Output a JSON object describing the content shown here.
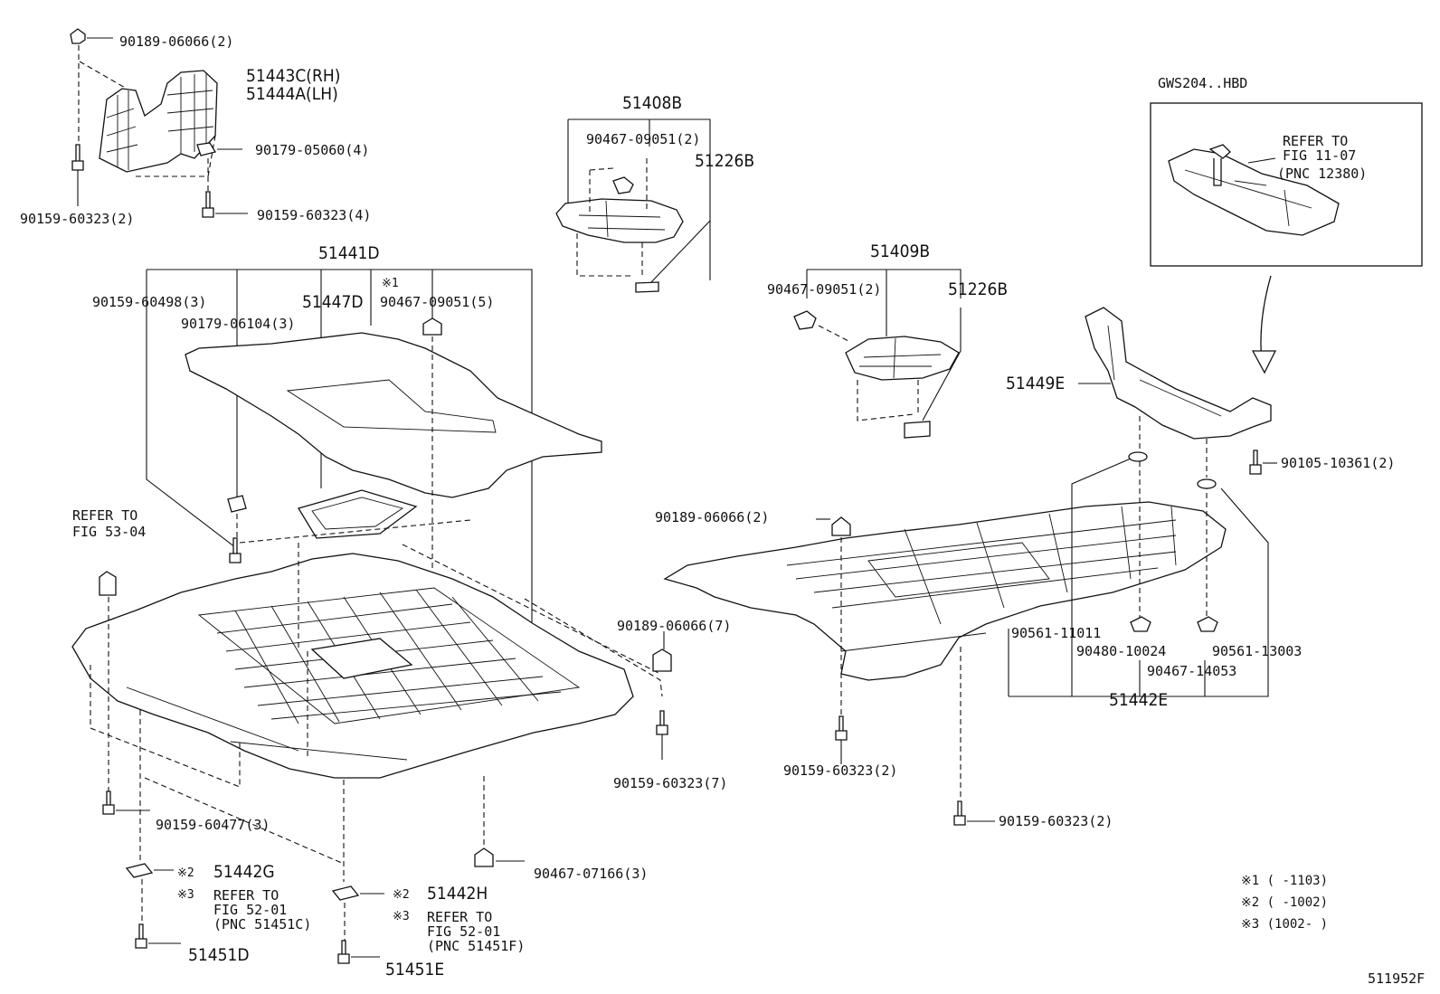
{
  "labels": {
    "p90189_06066_2_top": "90189-06066(2)",
    "p51443C": "51443C(RH)",
    "p51444A": "51444A(LH)",
    "p90179_05060": "90179-05060(4)",
    "p90159_60323_2_left": "90159-60323(2)",
    "p90159_60323_4": "90159-60323(4)",
    "p51408B": "51408B",
    "p90467_09051_2_a": "90467-09051(2)",
    "p51226B_a": "51226B",
    "p51441D": "51441D",
    "mark1_top": "※1",
    "p90159_60498": "90159-60498(3)",
    "p51447D": "51447D",
    "p90467_09051_5": "90467-09051(5)",
    "p90179_06104": "90179-06104(3)",
    "p51409B": "51409B",
    "p90467_09051_2_b": "90467-09051(2)",
    "p51226B_b": "51226B",
    "gws": "GWS204..HBD",
    "refer_11_07_a": "REFER TO",
    "refer_11_07_b": "FIG 11-07",
    "refer_11_07_c": "(PNC 12380)",
    "p51449E": "51449E",
    "p90105_10361": "90105-10361(2)",
    "refer_53_04_a": "REFER TO",
    "refer_53_04_b": "FIG 53-04",
    "p90189_06066_2_mid": "90189-06066(2)",
    "p90189_06066_7": "90189-06066(7)",
    "p90159_60323_7": "90159-60323(7)",
    "p90561_11011": "90561-11011",
    "p90480_10024": "90480-10024",
    "p90561_13003": "90561-13003",
    "p90467_14053": "90467-14053",
    "p51442E": "51442E",
    "p90159_60323_2_mid": "90159-60323(2)",
    "p90159_60323_2_bot": "90159-60323(2)",
    "p90159_60477": "90159-60477(3)",
    "mark2_g": "※2",
    "p51442G": "51442G",
    "mark3_g": "※3",
    "refer_52_01_g_a": "REFER TO",
    "refer_52_01_g_b": "FIG 52-01",
    "refer_52_01_g_c": "(PNC 51451C)",
    "p90467_07166": "90467-07166(3)",
    "mark2_h": "※2",
    "p51442H": "51442H",
    "mark3_h": "※3",
    "refer_52_01_h_a": "REFER TO",
    "refer_52_01_h_b": "FIG 52-01",
    "refer_52_01_h_c": "(PNC 51451F)",
    "p51451D": "51451D",
    "p51451E": "51451E",
    "note1": "※1 (      -1103)",
    "note2": "※2 (      -1002)",
    "note3": "※3 (1002-      )",
    "fig_code": "511952F"
  }
}
